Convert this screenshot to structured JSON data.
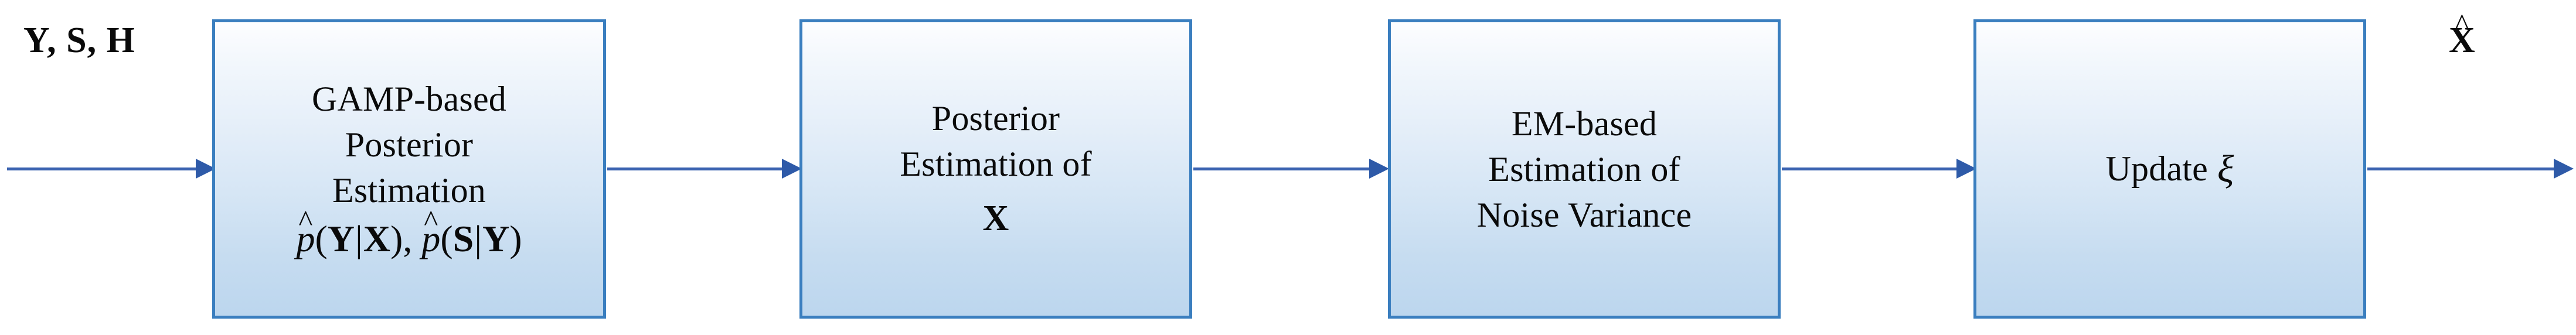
{
  "diagram": {
    "title": "GAMP-based iterative estimation block diagram",
    "type": "flowchart",
    "orientation": "left-to-right",
    "background_color": "#ffffff",
    "box_border_color": "#3a7ebf",
    "box_fill_top_color": "#fdfdff",
    "box_fill_bottom_color": "#bcd6ee",
    "arrow_color": "#3a62b0",
    "text_color": "#0a0a0a"
  },
  "labels": {
    "input": "Y, S, H",
    "input_parts": [
      "Y",
      "S",
      "H"
    ],
    "output": "X",
    "output_accent": "^"
  },
  "blocks": [
    {
      "id": "gamp-posterior-estimation",
      "lines": [
        "GAMP-based",
        "Posterior",
        "Estimation"
      ],
      "formula": {
        "p1_hat": "^",
        "p1": "p",
        "p1_open": "(",
        "p1_num": "Y",
        "p1_bar": "|",
        "p1_den": "X",
        "p1_close": ")",
        "sep": ", ",
        "p2_hat": "^",
        "p2": "p",
        "p2_open": "(",
        "p2_num": "S",
        "p2_bar": "|",
        "p2_den": "Y",
        "p2_close": ")"
      }
    },
    {
      "id": "posterior-estimation-of-x",
      "lines": [
        "Posterior",
        "Estimation of"
      ],
      "symbol": "X"
    },
    {
      "id": "em-noise-variance-estimation",
      "lines": [
        "EM-based",
        "Estimation of",
        "Noise Variance"
      ]
    },
    {
      "id": "update-xi",
      "text": "Update",
      "symbol": "ξ"
    }
  ],
  "arrows": [
    {
      "id": "arrow-input-to-block1",
      "from": "input",
      "to": "gamp-posterior-estimation"
    },
    {
      "id": "arrow-block1-to-block2",
      "from": "gamp-posterior-estimation",
      "to": "posterior-estimation-of-x"
    },
    {
      "id": "arrow-block2-to-block3",
      "from": "posterior-estimation-of-x",
      "to": "em-noise-variance-estimation"
    },
    {
      "id": "arrow-block3-to-block4",
      "from": "em-noise-variance-estimation",
      "to": "update-xi"
    },
    {
      "id": "arrow-block4-to-output",
      "from": "update-xi",
      "to": "output"
    }
  ]
}
